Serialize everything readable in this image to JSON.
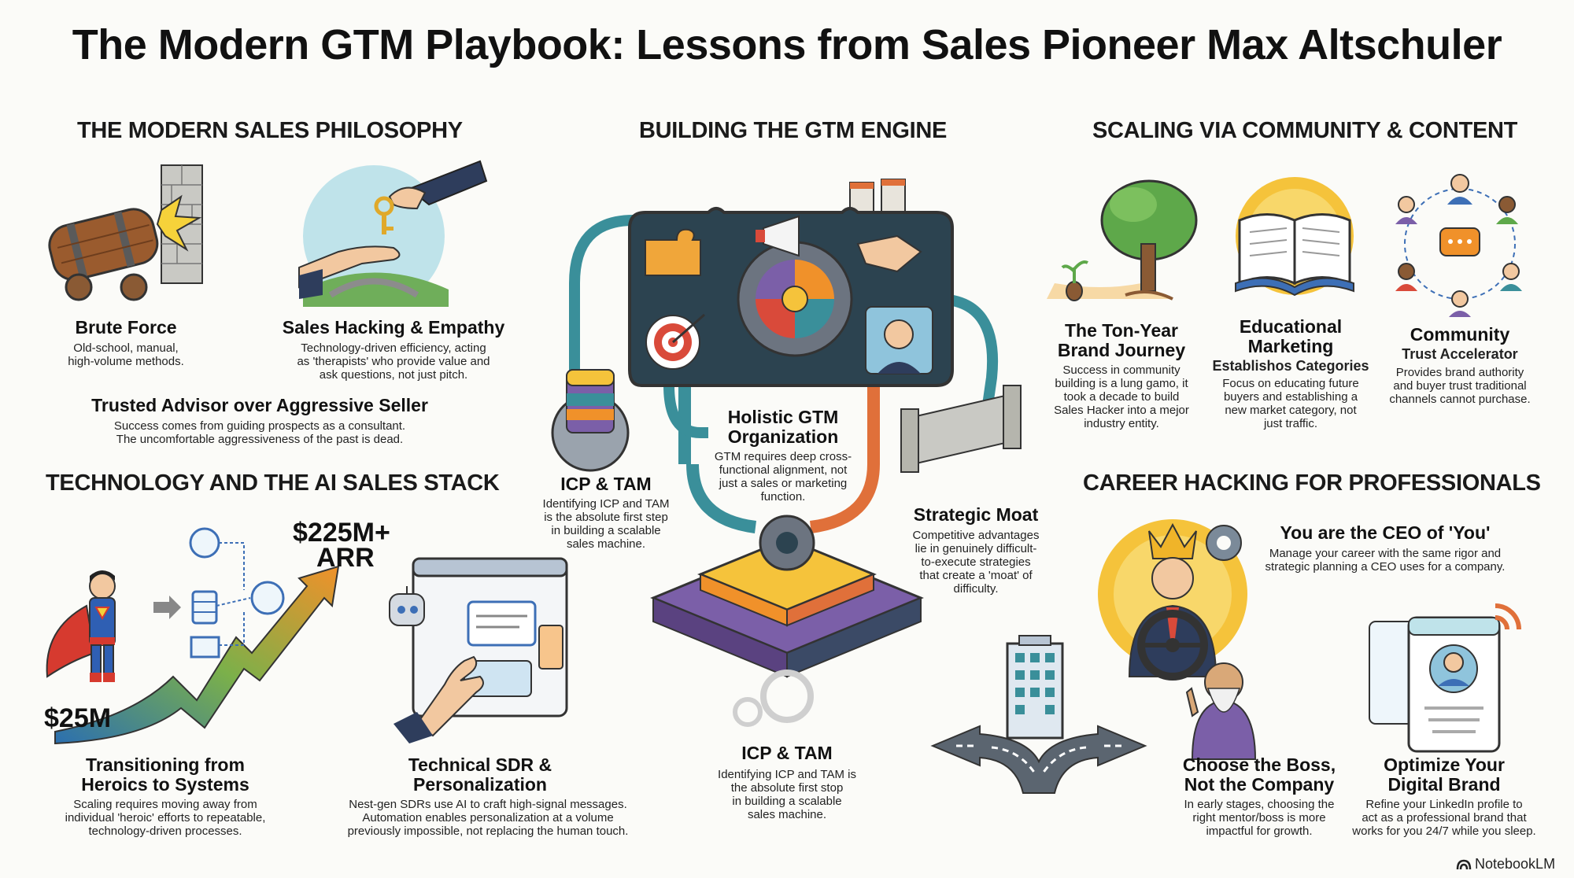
{
  "title": "The Modern GTM Playbook: Lessons from Sales Pioneer Max Altschuler",
  "sections": {
    "philosophy": "THE MODERN SALES PHILOSOPHY",
    "engine": "BUILDING THE GTM ENGINE",
    "community": "SCALING VIA COMMUNITY & CONTENT",
    "tech": "TECHNOLOGY AND THE AI SALES STACK",
    "career": "CAREER HACKING FOR PROFESSIONALS"
  },
  "philosophy": {
    "brute_title": "Brute Force",
    "brute_text_1": "Old-school, manual,",
    "brute_text_2": "high-volume methods.",
    "hacking_title": "Sales Hacking & Empathy",
    "hacking_text_1": "Technology-driven efficiency, acting",
    "hacking_text_2": "as 'therapists' who provide value and",
    "hacking_text_3": "ask questions, not just pitch.",
    "advisor_title": "Trusted Advisor over Aggressive Seller",
    "advisor_text_1": "Success comes from guiding prospects as a consultant.",
    "advisor_text_2": "The uncomfortable aggressiveness of the past is dead."
  },
  "tech": {
    "arr_top_1": "$225M+",
    "arr_top_2": "ARR",
    "arr_bottom": "$25M",
    "heroics_title_1": "Transitioning from",
    "heroics_title_2": "Heroics to Systems",
    "heroics_text_1": "Scaling requires moving away from",
    "heroics_text_2": "individual 'heroic' efforts to repeatable,",
    "heroics_text_3": "technology-driven processes.",
    "sdr_title_1": "Technical SDR &",
    "sdr_title_2": "Personalization",
    "sdr_text_1": "Nest-gen SDRs use AI to craft high-signal messages.",
    "sdr_text_2": "Automation enables personalization at a volume",
    "sdr_text_3": "previously impossible, not replacing the human touch."
  },
  "engine": {
    "icp_title": "ICP & TAM",
    "icp_text_1": "Identifying ICP and TAM",
    "icp_text_2": "is the absolute first step",
    "icp_text_3": "in building a scalable",
    "icp_text_4": "sales machine.",
    "holistic_title_1": "Holistic GTM",
    "holistic_title_2": "Organization",
    "holistic_text_1": "GTM requires deep cross-",
    "holistic_text_2": "functional alignment, not",
    "holistic_text_3": "just a sales or marketing",
    "holistic_text_4": "function.",
    "moat_title": "Strategic Moat",
    "moat_text_1": "Competitive advantages",
    "moat_text_2": "lie in genuinely difficult-",
    "moat_text_3": "to-execute strategies",
    "moat_text_4": "that create a 'moat' of",
    "moat_text_5": "difficulty.",
    "icp2_title": "ICP & TAM",
    "icp2_text_1": "Identifying ICP and TAM is",
    "icp2_text_2": "the absolute first stop",
    "icp2_text_3": "in building a scalable",
    "icp2_text_4": "sales machine."
  },
  "community": {
    "brand_title_1": "The Ton-Year",
    "brand_title_2": "Brand Journey",
    "brand_text_1": "Success in community",
    "brand_text_2": "building is a lung gamo, it",
    "brand_text_3": "took a decade to build",
    "brand_text_4": "Sales Hacker into a mejor",
    "brand_text_5": "industry entity.",
    "edu_title_1": "Educational",
    "edu_title_2": "Marketing",
    "edu_subtitle": "Establishos Categories",
    "edu_text_1": "Focus on educating future",
    "edu_text_2": "buyers and establishing a",
    "edu_text_3": "new market category, not",
    "edu_text_4": "just traffic.",
    "comm_title": "Community",
    "comm_subtitle": "Trust Accelerator",
    "comm_text_1": "Provides brand authority",
    "comm_text_2": "and buyer trust traditional",
    "comm_text_3": "channels cannot purchase."
  },
  "career": {
    "ceo_title": "You are the CEO of 'You'",
    "ceo_text_1": "Manage your career with the same rigor and",
    "ceo_text_2": "strategic planning a CEO uses for a company.",
    "boss_title_1": "Choose the Boss,",
    "boss_title_2": "Not the Company",
    "boss_text_1": "In early stages, choosing the",
    "boss_text_2": "right mentor/boss is more",
    "boss_text_3": "impactful for growth.",
    "digital_title_1": "Optimize Your",
    "digital_title_2": "Digital Brand",
    "digital_text_1": "Refine your LinkedIn profile to",
    "digital_text_2": "act as a professional brand that",
    "digital_text_3": "works for you 24/7 while you sleep."
  },
  "footer": {
    "brand": "NotebookLM"
  },
  "colors": {
    "teal": "#3a8f9a",
    "orange": "#f0912a",
    "yellow": "#f5c33b",
    "purple": "#7b5fa8",
    "navy": "#2b3a4e",
    "blue": "#3d6fb6",
    "green": "#5ea84a",
    "red": "#d94a3a",
    "brown": "#8a5a34"
  },
  "icons": [
    "cannon-icon",
    "handshake-key-icon",
    "bridge-icon",
    "superhero-icon",
    "growth-arrow-icon",
    "robot-icon",
    "screen-icon",
    "gear-icon",
    "database-icon",
    "megaphone-icon",
    "puzzle-icon",
    "target-icon",
    "wall-icon",
    "tree-icon",
    "book-icon",
    "people-network-icon",
    "crown-icon",
    "steering-wheel-icon",
    "building-icon",
    "road-icon",
    "mentor-icon",
    "profile-card-icon",
    "notebook-logo-icon"
  ]
}
